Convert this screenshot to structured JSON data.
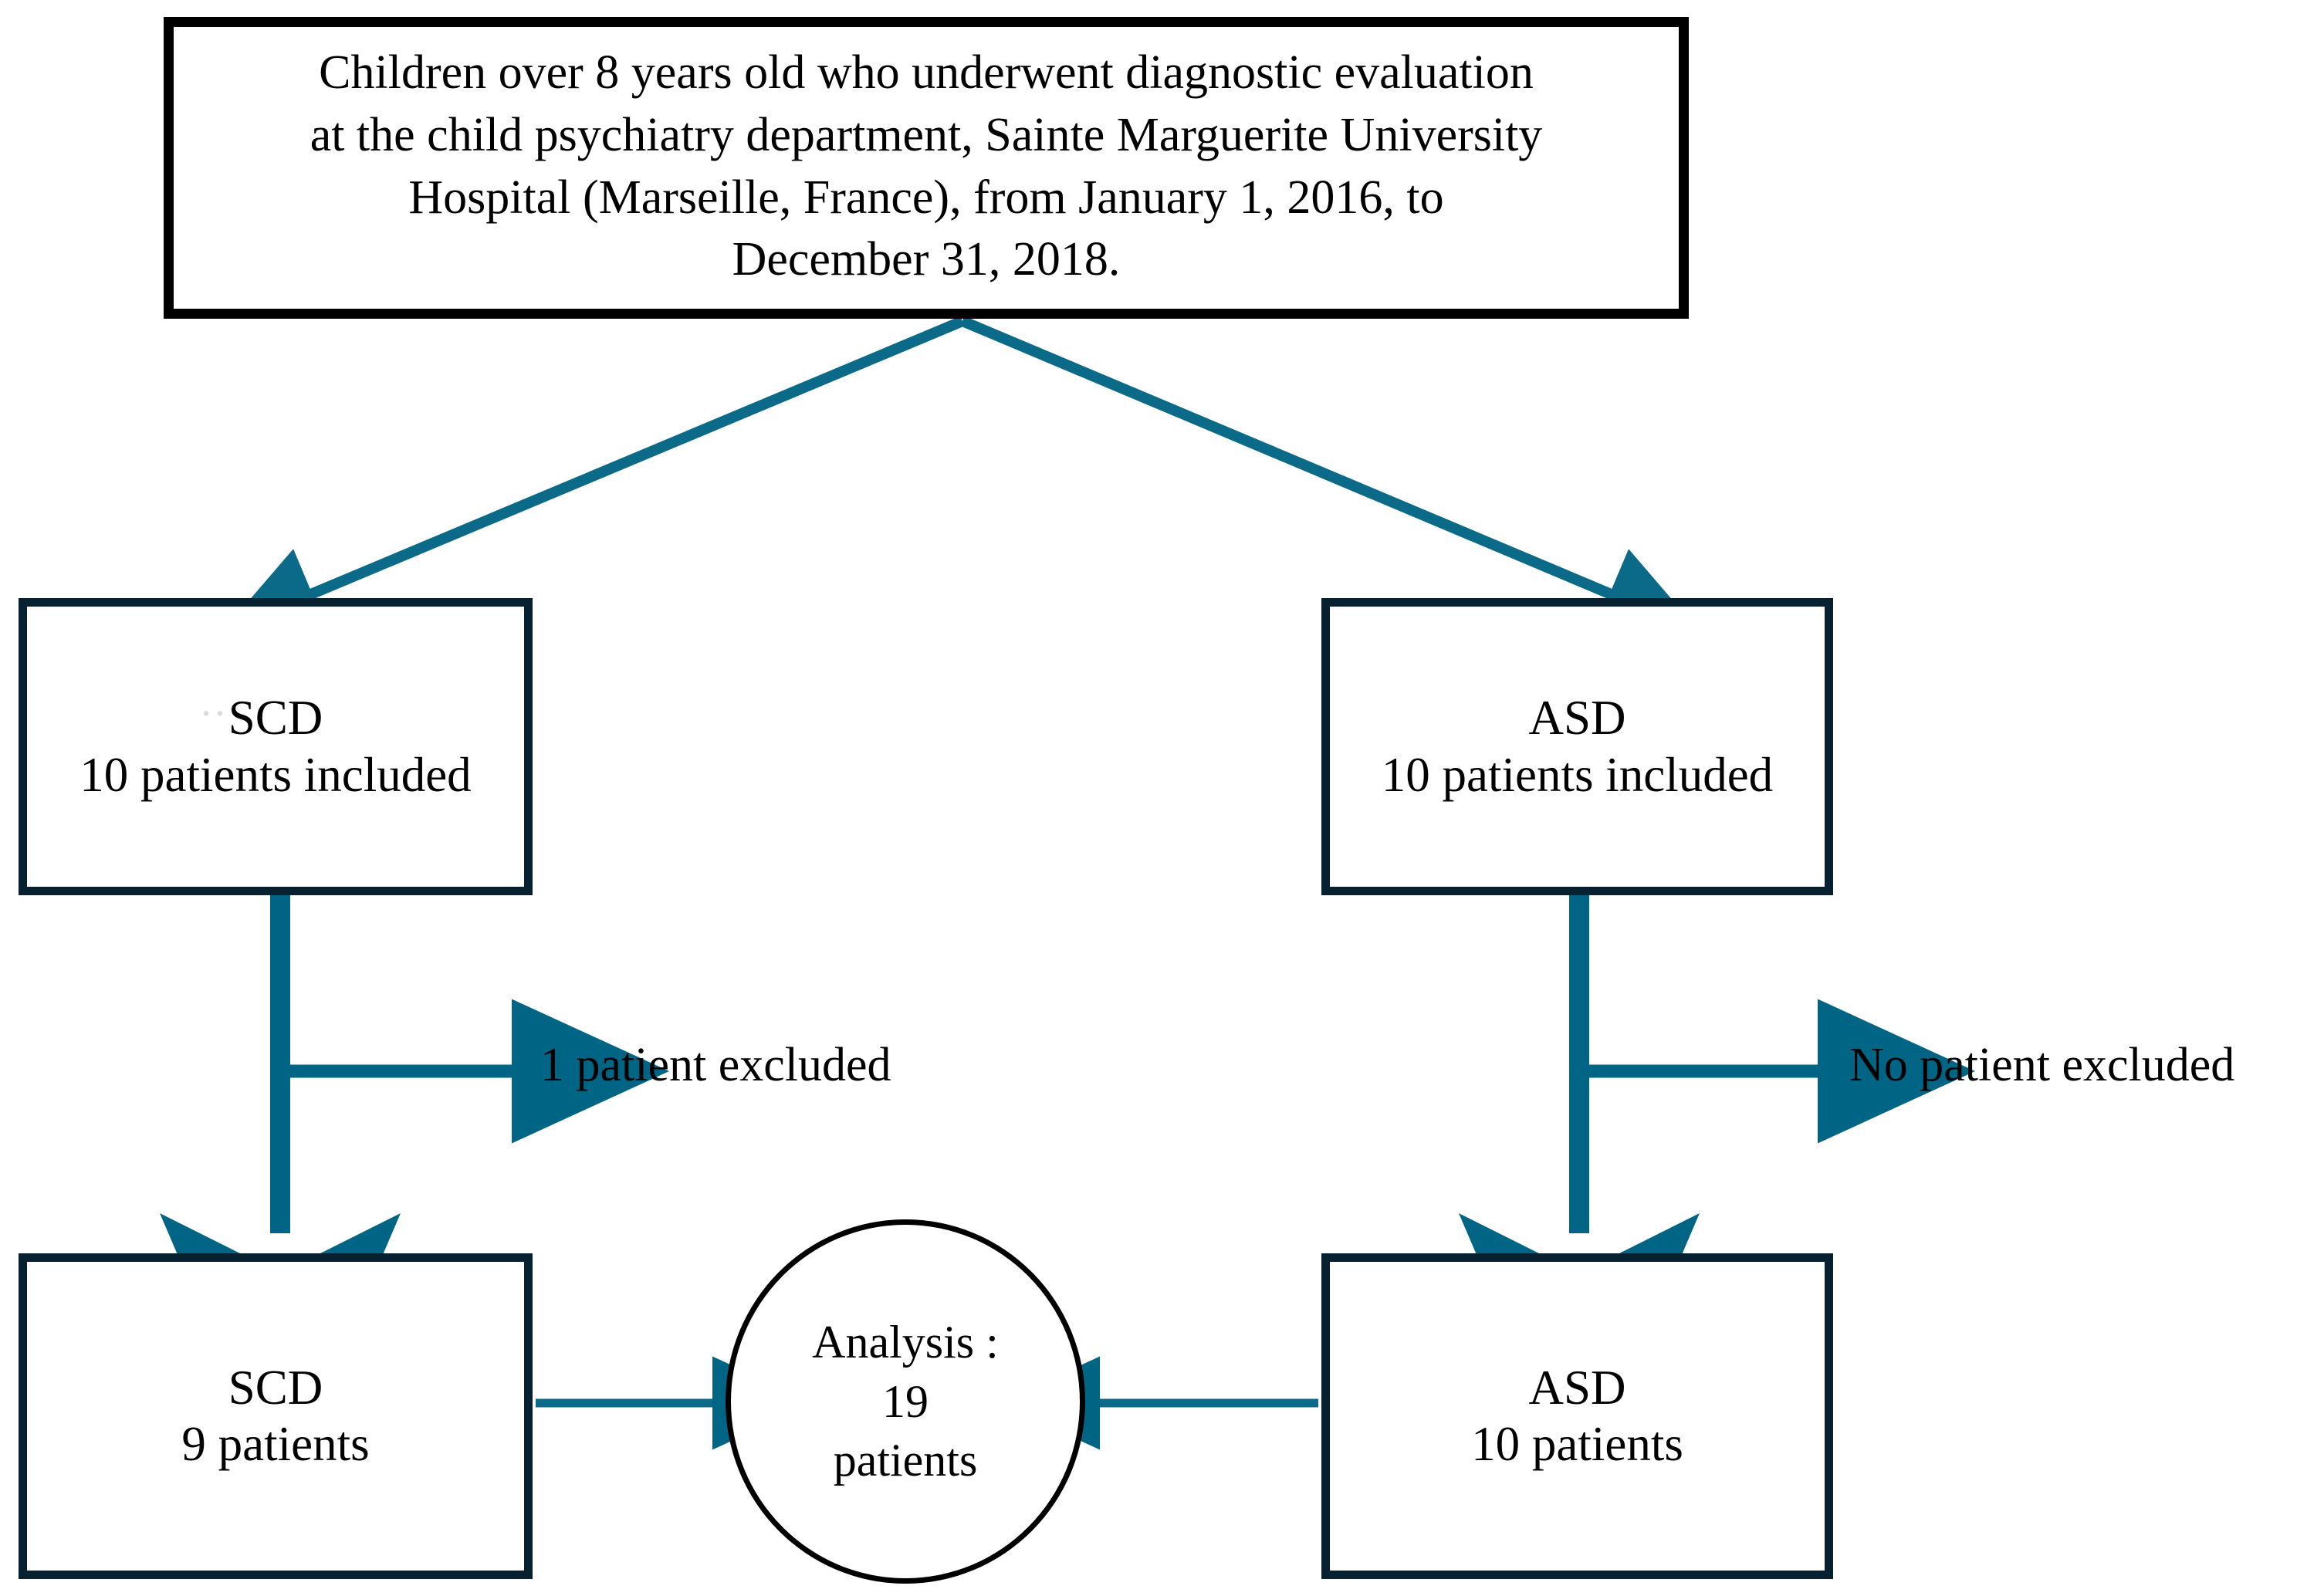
{
  "diagram": {
    "title": "Patient inclusion flowchart",
    "colors": {
      "arrow_teal": "#006584",
      "box_border_navy": "#072130",
      "source_border_black": "#000000",
      "circle_border": "#000000",
      "background": "#ffffff",
      "text": "#000000"
    }
  },
  "source": {
    "lines": [
      "Children over 8 years old who underwent diagnostic evaluation",
      "at the child psychiatry department, Sainte Marguerite University",
      "Hospital (Marseille, France), from January 1, 2016, to",
      "December 31, 2018."
    ]
  },
  "groups": {
    "scd_included": {
      "name": "SCD",
      "count_line": "10 patients included"
    },
    "asd_included": {
      "name": "ASD",
      "count_line": "10 patients included"
    },
    "scd_final": {
      "name": "SCD",
      "count_line": "9 patients"
    },
    "asd_final": {
      "name": "ASD",
      "count_line": "10 patients"
    }
  },
  "exclusions": {
    "scd": "1 patient excluded",
    "asd": "No patient excluded"
  },
  "analysis": {
    "label": "Analysis :",
    "count": "19",
    "unit": "patients"
  },
  "artifact": {
    "glyph": "··"
  }
}
